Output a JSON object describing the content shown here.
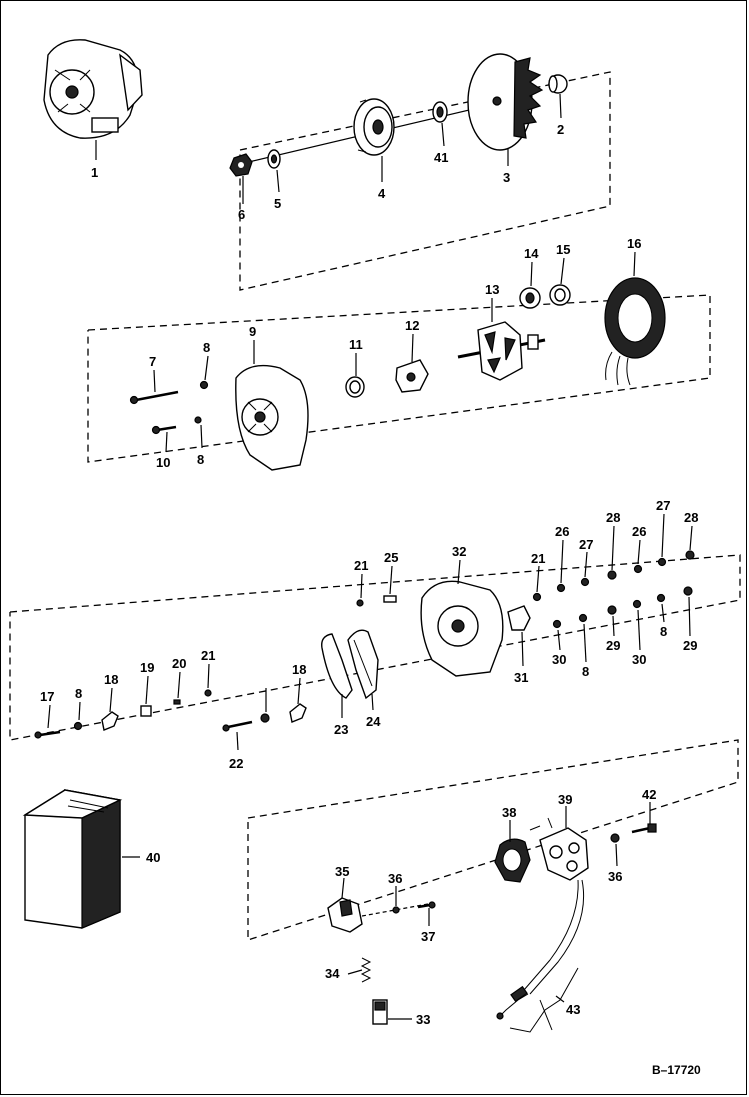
{
  "diagram": {
    "reference": "B–17720",
    "callouts": {
      "c1": "1",
      "c2": "2",
      "c3": "3",
      "c4": "4",
      "c5": "5",
      "c6": "6",
      "c41": "41",
      "c7": "7",
      "c8a": "8",
      "c8b": "8",
      "c9": "9",
      "c10": "10",
      "c11": "11",
      "c12": "12",
      "c13": "13",
      "c14": "14",
      "c15": "15",
      "c16": "16",
      "c17": "17",
      "c8c": "8",
      "c18a": "18",
      "c19": "19",
      "c20": "20",
      "c21a": "21",
      "c22": "22",
      "c18b": "18",
      "c23": "23",
      "c24": "24",
      "c21b": "21",
      "c25": "25",
      "c32": "32",
      "c21c": "21",
      "c26a": "26",
      "c27a": "27",
      "c28a": "28",
      "c26b": "26",
      "c27b": "27",
      "c28b": "28",
      "c31": "31",
      "c30a": "30",
      "c8d": "8",
      "c29a": "29",
      "c30b": "30",
      "c8e": "8",
      "c29b": "29",
      "c40": "40",
      "c35": "35",
      "c36a": "36",
      "c37": "37",
      "c34": "34",
      "c33": "33",
      "c38": "38",
      "c39": "39",
      "c42": "42",
      "c36b": "36",
      "c43": "43"
    }
  }
}
